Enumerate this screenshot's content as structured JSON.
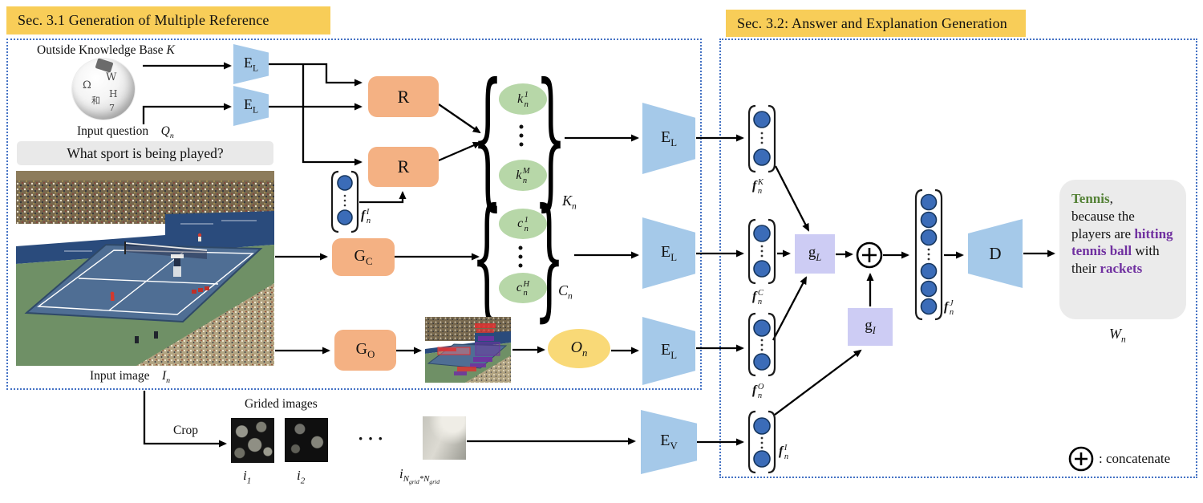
{
  "section1": {
    "title": "Sec. 3.1 Generation of Multiple Reference"
  },
  "section2": {
    "title": "Sec. 3.2: Answer and Explanation Generation"
  },
  "kb": {
    "label": "Outside Knowledge Base",
    "symbol": "K"
  },
  "question": {
    "label": "Input question",
    "sym_base": "Q",
    "sym_sub": "n",
    "text": "What sport is being played?"
  },
  "image": {
    "label": "Input image",
    "sym_base": "I",
    "sym_sub": "n"
  },
  "crop": {
    "arrow_label": "Crop",
    "grid_title": "Grided images",
    "i1": {
      "base": "i",
      "sub": "1"
    },
    "i2": {
      "base": "i",
      "sub": "2"
    },
    "iN": {
      "base": "i",
      "n": "N",
      "grid": "grid",
      "star": "*"
    },
    "dots": "···"
  },
  "nodes": {
    "el": {
      "base": "E",
      "sub": "L"
    },
    "ev": {
      "base": "E",
      "sub": "V"
    },
    "r": {
      "base": "R"
    },
    "gc": {
      "base": "G",
      "sub": "C"
    },
    "go": {
      "base": "G",
      "sub": "O"
    },
    "gl": {
      "base": "g",
      "sub": "L"
    },
    "gi": {
      "base": "g",
      "sub": "I"
    },
    "d": {
      "base": "D"
    }
  },
  "sets": {
    "k": {
      "open": "{",
      "close": "}",
      "first": {
        "base": "k",
        "sub": "n",
        "sup": "1"
      },
      "last": {
        "base": "k",
        "sub": "n",
        "sup": "M"
      },
      "label": {
        "base": "K",
        "sub": "n"
      }
    },
    "c": {
      "open": "{",
      "close": "}",
      "first": {
        "base": "c",
        "sub": "n",
        "sup": "1"
      },
      "last": {
        "base": "c",
        "sub": "n",
        "sup": "H"
      },
      "label": {
        "base": "C",
        "sub": "n"
      }
    },
    "o": {
      "label": {
        "base": "O",
        "sub": "n"
      }
    }
  },
  "vectors": {
    "fI1": {
      "base": "f",
      "sub": "n",
      "sup": "I"
    },
    "fK": {
      "base": "f",
      "sub": "n",
      "sup": "K"
    },
    "fC": {
      "base": "f",
      "sub": "n",
      "sup": "C"
    },
    "fO": {
      "base": "f",
      "sub": "n",
      "sup": "O"
    },
    "fI2": {
      "base": "f",
      "sub": "n",
      "sup": "I"
    },
    "fJ": {
      "base": "f",
      "sub": "n",
      "sup": "J"
    }
  },
  "output": {
    "answer": "Tennis",
    "comma": ",",
    "plain1": "because the players are ",
    "highlight1": "hitting tennis ball",
    "plain2": " with their ",
    "highlight2": "rackets",
    "label": {
      "base": "W",
      "sub": "n"
    }
  },
  "legend": {
    "text": ": concatenate"
  },
  "colors": {
    "header_yellow": "#F8CD58",
    "box_orange": "#F4B183",
    "trapezoid_blue": "#A5C9E9",
    "ellipse_green": "#B7D7A8",
    "ellipse_yellow": "#F9D977",
    "gate_lavender": "#CDCCF4",
    "vector_circle_blue": "#3B6CB8",
    "answer_green": "#538135",
    "explain_purple": "#7030A0",
    "border_blue": "#4472C4"
  }
}
